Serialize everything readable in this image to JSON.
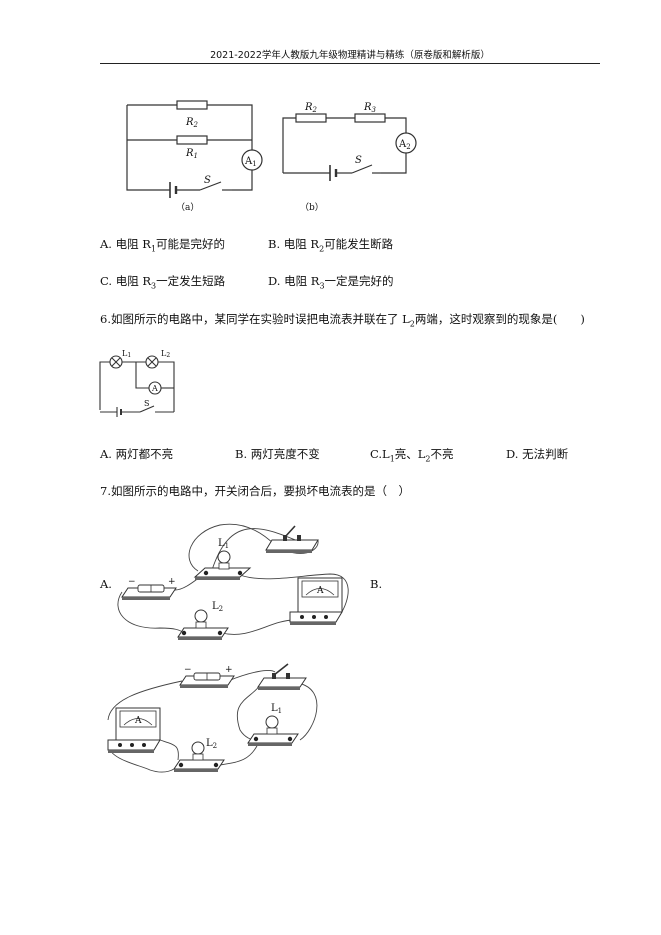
{
  "header": {
    "title": "2021-2022学年人教版九年级物理精讲与精练（原卷版和解析版）"
  },
  "fig5": {
    "a": {
      "r2": "R",
      "r2_sub": "2",
      "r1": "R",
      "r1_sub": "1",
      "meter": "A",
      "meter_sub": "1",
      "switch": "S",
      "caption": "（a）"
    },
    "b": {
      "r2": "R",
      "r2_sub": "2",
      "r3": "R",
      "r3_sub": "3",
      "meter": "A",
      "meter_sub": "2",
      "switch": "S",
      "caption": "（b）"
    }
  },
  "q5_options": {
    "a_pre": "A. 电阻 R",
    "a_sub": "1",
    "a_post": "可能是完好的",
    "b_pre": "B. 电阻 R",
    "b_sub": "2",
    "b_post": "可能发生断路",
    "c_pre": "C. 电阻 R",
    "c_sub": "3",
    "c_post": "一定发生短路",
    "d_pre": "D. 电阻 R",
    "d_sub": "3",
    "d_post": "一定是完好的"
  },
  "q6": {
    "text_pre": "6.如图所示的电路中，某同学在实验时误把电流表并联在了 L",
    "text_sub": "2",
    "text_post": "两端，这时观察到的现象是(　　)",
    "fig": {
      "l1": "L",
      "l1_sub": "1",
      "l2": "L",
      "l2_sub": "2",
      "meter": "A",
      "switch": "S"
    },
    "options": {
      "a": "A. 两灯都不亮",
      "b": "B. 两灯亮度不变",
      "c_pre": "C.L",
      "c_sub1": "1",
      "c_mid": "亮、L",
      "c_sub2": "2",
      "c_post": "不亮",
      "d": "D. 无法判断"
    }
  },
  "q7": {
    "text": "7.如图所示的电路中，开关闭合后，要损坏电流表的是（　）",
    "label_a": "A.",
    "label_b": "B.",
    "figA": {
      "l1": "L",
      "l1_sub": "1",
      "l2": "L",
      "l2_sub": "2",
      "meter": "A",
      "minus": "−",
      "plus": "+"
    },
    "figB": {
      "l1": "L",
      "l1_sub": "1",
      "l2": "L",
      "l2_sub": "2",
      "meter": "A",
      "minus": "−",
      "plus": "+"
    }
  }
}
